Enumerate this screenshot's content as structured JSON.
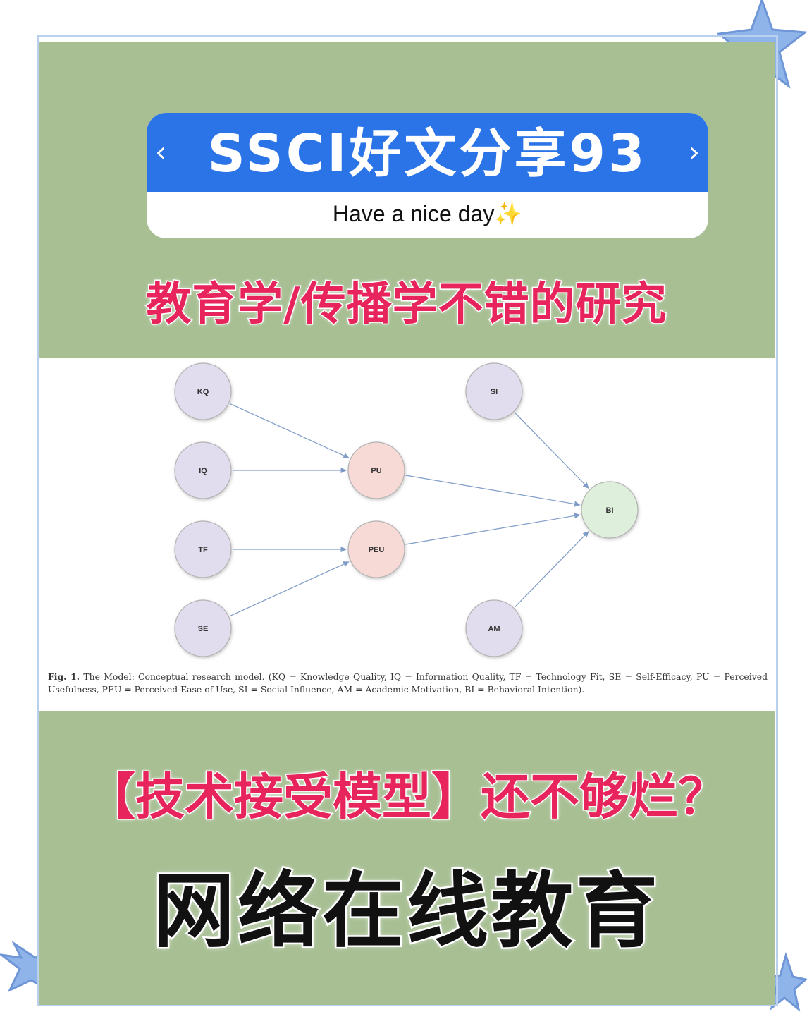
{
  "banner": {
    "title": "SSCI好文分享93",
    "subtitle": "Have a nice day",
    "sparkle": "✨",
    "arrow_left": "‹",
    "arrow_right": "›"
  },
  "headline_top": "教育学/传播学不错的研究",
  "diagram": {
    "nodes": [
      {
        "id": "KQ",
        "label": "KQ",
        "color": "#e2dcef"
      },
      {
        "id": "IQ",
        "label": "IQ",
        "color": "#e2dcef"
      },
      {
        "id": "TF",
        "label": "TF",
        "color": "#e2dcef"
      },
      {
        "id": "SE",
        "label": "SE",
        "color": "#e2dcef"
      },
      {
        "id": "PU",
        "label": "PU",
        "color": "#f7d9d6"
      },
      {
        "id": "PEU",
        "label": "PEU",
        "color": "#f7d9d6"
      },
      {
        "id": "SI",
        "label": "SI",
        "color": "#e2dcef"
      },
      {
        "id": "AM",
        "label": "AM",
        "color": "#e2dcef"
      },
      {
        "id": "BI",
        "label": "BI",
        "color": "#def0dc"
      }
    ],
    "edges": [
      {
        "from": "KQ",
        "to": "PU"
      },
      {
        "from": "IQ",
        "to": "PU"
      },
      {
        "from": "TF",
        "to": "PEU"
      },
      {
        "from": "SE",
        "to": "PEU"
      },
      {
        "from": "PU",
        "to": "BI"
      },
      {
        "from": "PEU",
        "to": "BI"
      },
      {
        "from": "SI",
        "to": "BI"
      },
      {
        "from": "AM",
        "to": "BI"
      }
    ],
    "caption_label": "Fig. 1.",
    "caption_text": "The Model: Conceptual research model. (KQ = Knowledge Quality, IQ = Information Quality, TF = Technology Fit, SE = Self-Efficacy, PU = Perceived Usefulness, PEU = Perceived Ease of Use, SI = Social Influence, AM = Academic Motivation, BI = Behavioral Intention)."
  },
  "headline_middle": "【技术接受模型】还不够烂？",
  "headline_bottom": "网络在线教育",
  "colors": {
    "card_green": "#a8bf94",
    "banner_blue": "#2b74e8",
    "headline_pink": "#e8245c",
    "star_blue": "#8fb4ea"
  }
}
